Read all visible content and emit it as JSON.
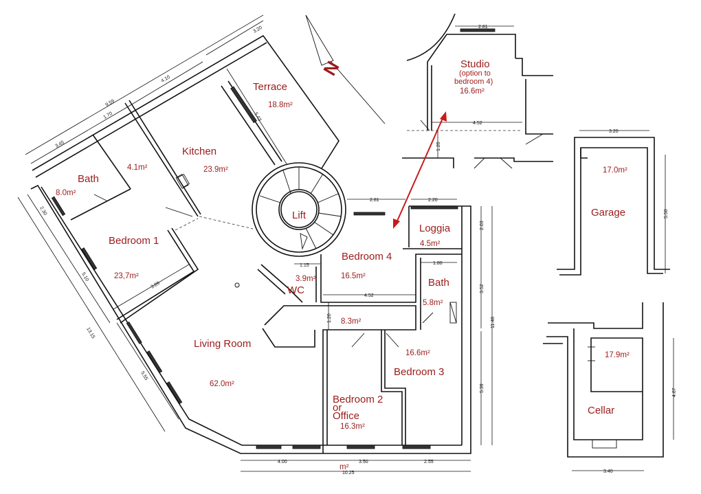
{
  "north_label": "N",
  "accent_color": "#9b1b1b",
  "rooms": {
    "terrace": {
      "name": "Terrace",
      "area": "18.8m²"
    },
    "kitchen": {
      "name": "Kitchen",
      "area": "23.9m²"
    },
    "bath1": {
      "name": "Bath",
      "area": "8.0m²"
    },
    "utility": {
      "area": "4.1m²"
    },
    "lift": {
      "name": "Lift"
    },
    "bedroom1": {
      "name": "Bedroom 1",
      "area": "23,7m²"
    },
    "wc": {
      "name": "WC",
      "area": "3.9m²"
    },
    "bedroom4": {
      "name": "Bedroom 4",
      "area": "16.5m²"
    },
    "loggia": {
      "name": "Loggia",
      "area": "4.5m²"
    },
    "bath2": {
      "name": "Bath",
      "area": "5.8m²"
    },
    "hall": {
      "area": "8.3m²"
    },
    "living": {
      "name": "Living Room",
      "area": "62.0m²"
    },
    "bedroom3": {
      "name": "Bedroom 3",
      "area": "16.6m²"
    },
    "bedroom2": {
      "name_line1": "Bedroom 2",
      "name_line2": "or",
      "name_line3": "Office",
      "area": "16.3m²"
    },
    "stray_unit": "m²",
    "studio": {
      "name": "Studio",
      "note_line1": "(option to",
      "note_line2": "bedroom 4)",
      "area": "16.6m²"
    },
    "garage": {
      "name": "Garage",
      "area": "17.0m²"
    },
    "cellar": {
      "name": "Cellar",
      "area": "17.9m²"
    }
  },
  "dimensions": {
    "terrace_width": "3.20",
    "kitchen_width": "4.10",
    "total_top": "9.59",
    "utility_width": "1.70",
    "bath_width": "3.45",
    "terrace_depth": "5.43",
    "bath_depth": "2.30",
    "bedroom1_depth": "5.10",
    "left_total": "13.15",
    "living_depth": "5.55",
    "bedroom1_width": "3.89",
    "wc_width": "1.15",
    "bedroom4_width": "4.52",
    "hall_width": "1.20",
    "bedroom4_top": "2.81",
    "loggia_width": "2.20",
    "bath2_width": "1.80",
    "loggia_depth": "2.03",
    "bath2_depth": "3.52",
    "right_total": "11.48",
    "bedroom3_depth": "5.39",
    "bottom_a": "4.00",
    "bottom_b": "3.50",
    "bottom_c": "2.55",
    "bottom_total": "10.25",
    "studio_top": "2.81",
    "studio_width": "4.52",
    "studio_hall": "1.20",
    "garage_width": "3.20",
    "garage_depth": "5.50",
    "cellar_depth": "4.87",
    "cellar_width": "3.40"
  }
}
